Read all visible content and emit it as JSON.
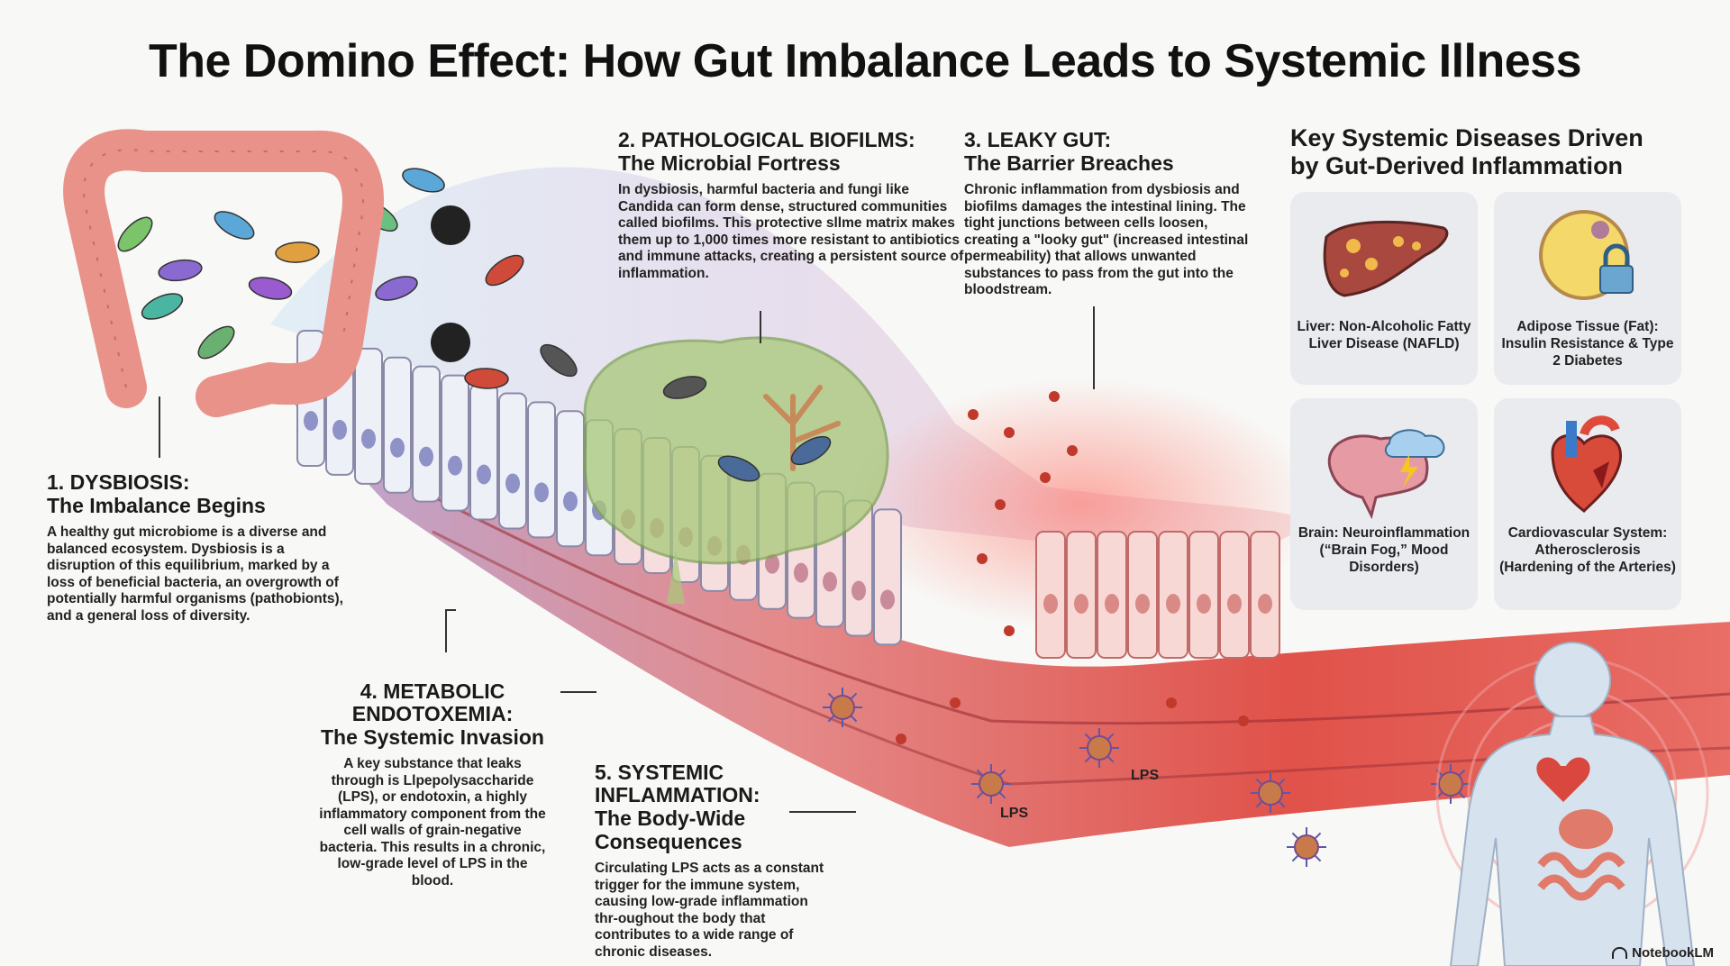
{
  "title": "The Domino Effect: How Gut Imbalance Leads to Systemic Illness",
  "sections": [
    {
      "heading": "1. DYSBIOSIS:",
      "subheading": "The Imbalance Begins",
      "body": "A healthy gut microbiome is a diverse and balanced ecosystem. Dysbiosis is a disruption of this equilibrium, marked by a loss of beneficial bacteria, an overgrowth of potentially harmful organisms (pathobionts), and a general loss of diversity."
    },
    {
      "heading": "2. PATHOLOGICAL BIOFILMS:",
      "subheading": "The Microbial Fortress",
      "body": "In dysbiosis, harmful bacteria and fungi like Candida can form dense, structured communities called biofilms. This protective sllme matrix makes them up to 1,000 times more resistant to antibiotics and immune attacks, creating a persistent source of inflammation."
    },
    {
      "heading": "3. LEAKY GUT:",
      "subheading": "The Barrier Breaches",
      "body": "Chronic inflammation from dysbiosis and biofilms damages the intestinal lining. The tight junctions between cells loosen, creating a \"looky gut\" (increased intestinal permeability) that allows unwanted substances to pass from the gut into the bloodstream."
    },
    {
      "heading": "4. METABOLIC ENDOTOXEMIA:",
      "subheading": "The Systemic Invasion",
      "body": "A key substance that leaks through is Llpepolysaccharide (LPS), or endotoxin, a highly inflammatory component from the cell walls of grain-negative bacteria. This results in a chronic, low-grade level of LPS in the blood."
    },
    {
      "heading": "5. SYSTEMIC INFLAMMATION:",
      "subheading": "The Body-Wide Consequences",
      "body": "Circulating LPS acts as a constant trigger for the immune system, causing low-grade inflammation thr-oughout the body that contributes to a wide range of chronic diseases."
    }
  ],
  "diseases_panel": {
    "title": "Key Systemic Diseases Driven by Gut-Derived Inflammation",
    "cards": [
      {
        "icon": "liver-icon",
        "label": "Liver: Non-Alcoholic Fatty Liver Disease (NAFLD)"
      },
      {
        "icon": "fat-cell-lock-icon",
        "label": "Adipose Tissue (Fat): Insulin Resistance & Type 2 Diabetes"
      },
      {
        "icon": "brain-storm-icon",
        "label": "Brain: Neuroinflammation (“Brain Fog,” Mood Disorders)"
      },
      {
        "icon": "heart-icon",
        "label": "Cardiovascular System: Atherosclerosis (Hardening of the Arteries)"
      }
    ]
  },
  "labels": {
    "lps_1": "LPS",
    "lps_2": "LPS"
  },
  "watermark": "NotebookLM",
  "colors": {
    "tissue_red": "#d9473f",
    "biofilm_green": "#a8c978",
    "card_bg": "#e9ebef",
    "colon_pink": "#e8928a"
  }
}
